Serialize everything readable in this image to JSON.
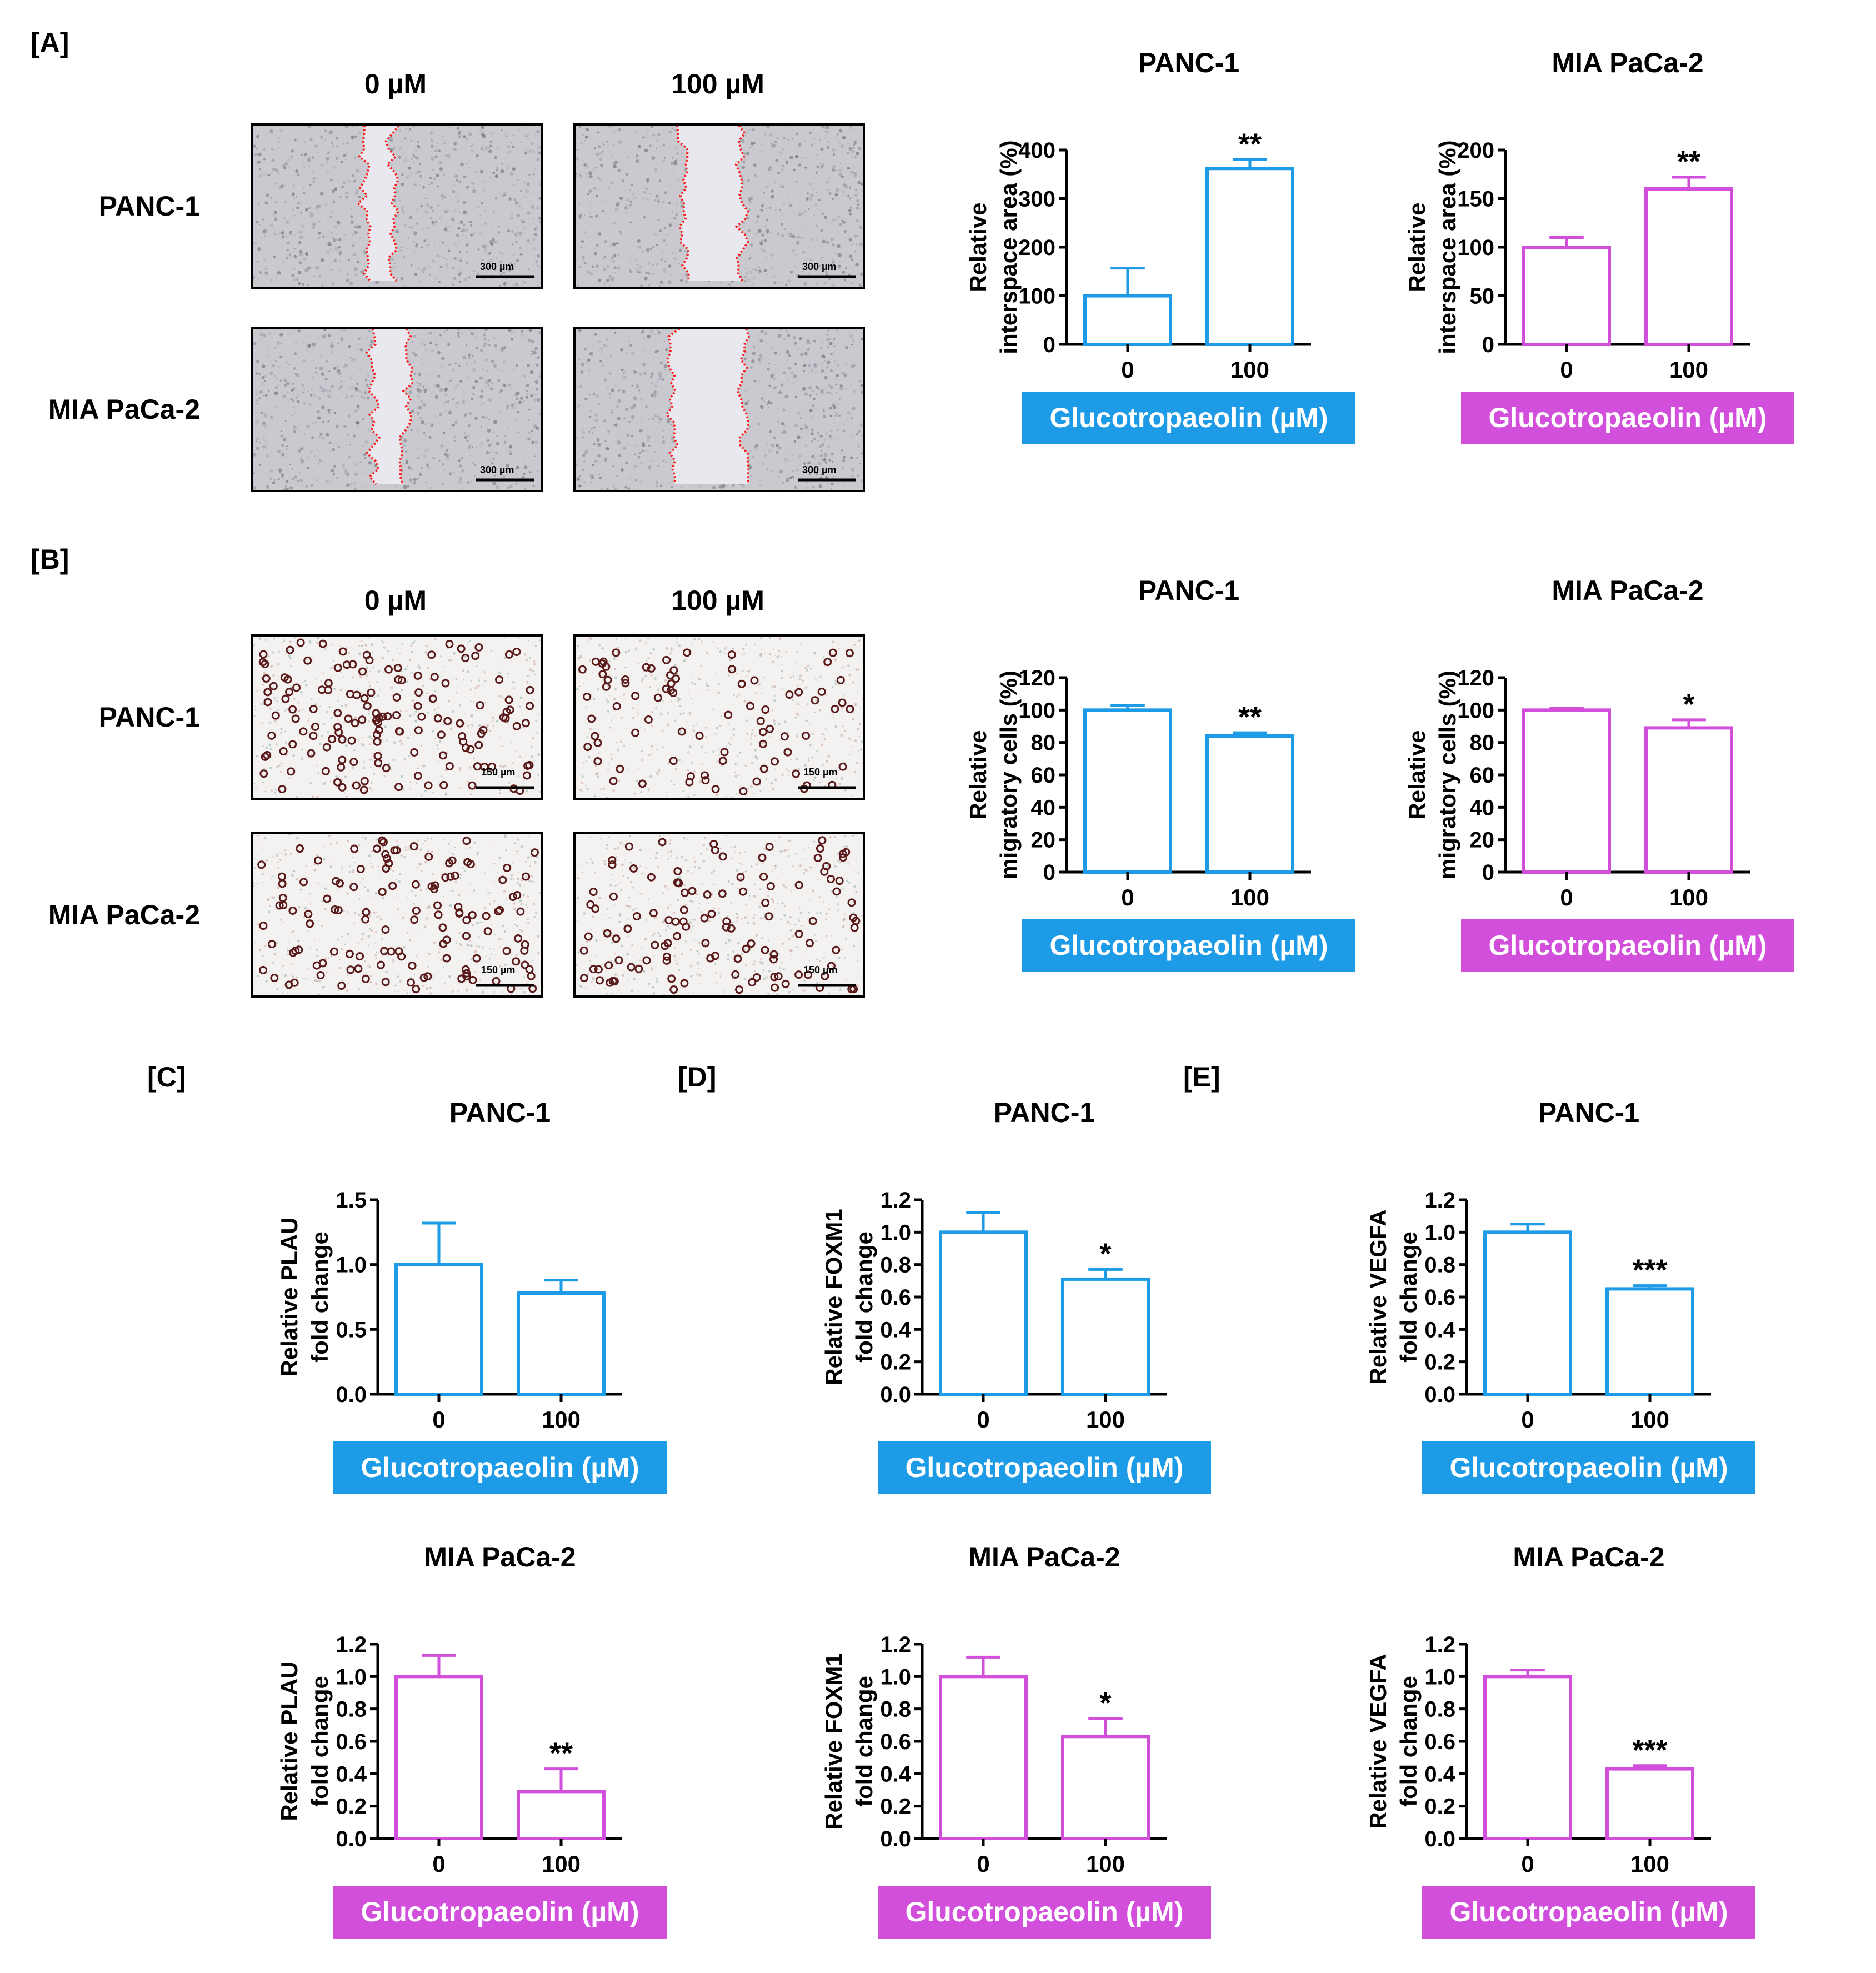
{
  "panels": {
    "A": {
      "label": "[A]",
      "col_labels": [
        "0 µM",
        "100 µM"
      ],
      "row_labels": [
        "PANC-1",
        "MIA PaCa-2"
      ],
      "scale_bar": "300 µm"
    },
    "B": {
      "label": "[B]",
      "col_labels": [
        "0 µM",
        "100 µM"
      ],
      "row_labels": [
        "PANC-1",
        "MIA PaCa-2"
      ],
      "scale_bar": "150 µm"
    },
    "C": {
      "label": "[C]"
    },
    "D": {
      "label": "[D]"
    },
    "E": {
      "label": "[E]"
    }
  },
  "colors": {
    "blue": "#1e9be6",
    "magenta": "#d24fdc"
  },
  "chart_data": [
    {
      "id": "A-panc",
      "type": "bar",
      "title": "PANC-1",
      "ylabel": [
        "Relative",
        "interspace area (%)"
      ],
      "categories": [
        "0",
        "100"
      ],
      "values": [
        100,
        362
      ],
      "errors": [
        57,
        18
      ],
      "ylim": [
        0,
        400
      ],
      "yticks": [
        "0",
        "100",
        "200",
        "300",
        "400"
      ],
      "significance": [
        "",
        "**"
      ],
      "xlabel": "Glucotropaeolin (µM)",
      "color": "blue"
    },
    {
      "id": "A-mia",
      "type": "bar",
      "title": "MIA PaCa-2",
      "ylabel": [
        "Relative",
        "interspace area (%)"
      ],
      "categories": [
        "0",
        "100"
      ],
      "values": [
        100,
        160
      ],
      "errors": [
        10,
        12
      ],
      "ylim": [
        0,
        200
      ],
      "yticks": [
        "0",
        "50",
        "100",
        "150",
        "200"
      ],
      "significance": [
        "",
        "**"
      ],
      "xlabel": "Glucotropaeolin (µM)",
      "color": "magenta"
    },
    {
      "id": "B-panc",
      "type": "bar",
      "title": "PANC-1",
      "ylabel": [
        "Relative",
        "migratory cells (%)"
      ],
      "categories": [
        "0",
        "100"
      ],
      "values": [
        100,
        84
      ],
      "errors": [
        3,
        2
      ],
      "ylim": [
        0,
        120
      ],
      "yticks": [
        "0",
        "20",
        "40",
        "60",
        "80",
        "100",
        "120"
      ],
      "significance": [
        "",
        "**"
      ],
      "xlabel": "Glucotropaeolin (µM)",
      "color": "blue"
    },
    {
      "id": "B-mia",
      "type": "bar",
      "title": "MIA PaCa-2",
      "ylabel": [
        "Relative",
        "migratory cells (%)"
      ],
      "categories": [
        "0",
        "100"
      ],
      "values": [
        100,
        89
      ],
      "errors": [
        1,
        5
      ],
      "ylim": [
        0,
        120
      ],
      "yticks": [
        "0",
        "20",
        "40",
        "60",
        "80",
        "100",
        "120"
      ],
      "significance": [
        "",
        "*"
      ],
      "xlabel": "Glucotropaeolin (µM)",
      "color": "magenta"
    },
    {
      "id": "C-panc",
      "type": "bar",
      "title": "PANC-1",
      "ylabel": [
        "Relative PLAU",
        "fold change"
      ],
      "categories": [
        "0",
        "100"
      ],
      "values": [
        1.0,
        0.78
      ],
      "errors": [
        0.32,
        0.1
      ],
      "ylim": [
        0,
        1.5
      ],
      "yticks": [
        "0.0",
        "0.5",
        "1.0",
        "1.5"
      ],
      "significance": [
        "",
        ""
      ],
      "xlabel": "Glucotropaeolin (µM)",
      "color": "blue"
    },
    {
      "id": "D-panc",
      "type": "bar",
      "title": "PANC-1",
      "ylabel": [
        "Relative FOXM1",
        "fold change"
      ],
      "categories": [
        "0",
        "100"
      ],
      "values": [
        1.0,
        0.71
      ],
      "errors": [
        0.12,
        0.06
      ],
      "ylim": [
        0,
        1.2
      ],
      "yticks": [
        "0.0",
        "0.2",
        "0.4",
        "0.6",
        "0.8",
        "1.0",
        "1.2"
      ],
      "significance": [
        "",
        "*"
      ],
      "xlabel": "Glucotropaeolin (µM)",
      "color": "blue"
    },
    {
      "id": "E-panc",
      "type": "bar",
      "title": "PANC-1",
      "ylabel": [
        "Relative VEGFA",
        "fold change"
      ],
      "categories": [
        "0",
        "100"
      ],
      "values": [
        1.0,
        0.65
      ],
      "errors": [
        0.05,
        0.02
      ],
      "ylim": [
        0,
        1.2
      ],
      "yticks": [
        "0.0",
        "0.2",
        "0.4",
        "0.6",
        "0.8",
        "1.0",
        "1.2"
      ],
      "significance": [
        "",
        "***"
      ],
      "xlabel": "Glucotropaeolin (µM)",
      "color": "blue"
    },
    {
      "id": "C-mia",
      "type": "bar",
      "title": "MIA PaCa-2",
      "ylabel": [
        "Relative PLAU",
        "fold change"
      ],
      "categories": [
        "0",
        "100"
      ],
      "values": [
        1.0,
        0.29
      ],
      "errors": [
        0.13,
        0.14
      ],
      "ylim": [
        0,
        1.2
      ],
      "yticks": [
        "0.0",
        "0.2",
        "0.4",
        "0.6",
        "0.8",
        "1.0",
        "1.2"
      ],
      "significance": [
        "",
        "**"
      ],
      "xlabel": "Glucotropaeolin (µM)",
      "color": "magenta"
    },
    {
      "id": "D-mia",
      "type": "bar",
      "title": "MIA PaCa-2",
      "ylabel": [
        "Relative FOXM1",
        "fold change"
      ],
      "categories": [
        "0",
        "100"
      ],
      "values": [
        1.0,
        0.63
      ],
      "errors": [
        0.12,
        0.11
      ],
      "ylim": [
        0,
        1.2
      ],
      "yticks": [
        "0.0",
        "0.2",
        "0.4",
        "0.6",
        "0.8",
        "1.0",
        "1.2"
      ],
      "significance": [
        "",
        "*"
      ],
      "xlabel": "Glucotropaeolin (µM)",
      "color": "magenta"
    },
    {
      "id": "E-mia",
      "type": "bar",
      "title": "MIA PaCa-2",
      "ylabel": [
        "Relative VEGFA",
        "fold change"
      ],
      "categories": [
        "0",
        "100"
      ],
      "values": [
        1.0,
        0.43
      ],
      "errors": [
        0.04,
        0.02
      ],
      "ylim": [
        0,
        1.2
      ],
      "yticks": [
        "0.0",
        "0.2",
        "0.4",
        "0.6",
        "0.8",
        "1.0",
        "1.2"
      ],
      "significance": [
        "",
        "***"
      ],
      "xlabel": "Glucotropaeolin (µM)",
      "color": "magenta"
    }
  ]
}
